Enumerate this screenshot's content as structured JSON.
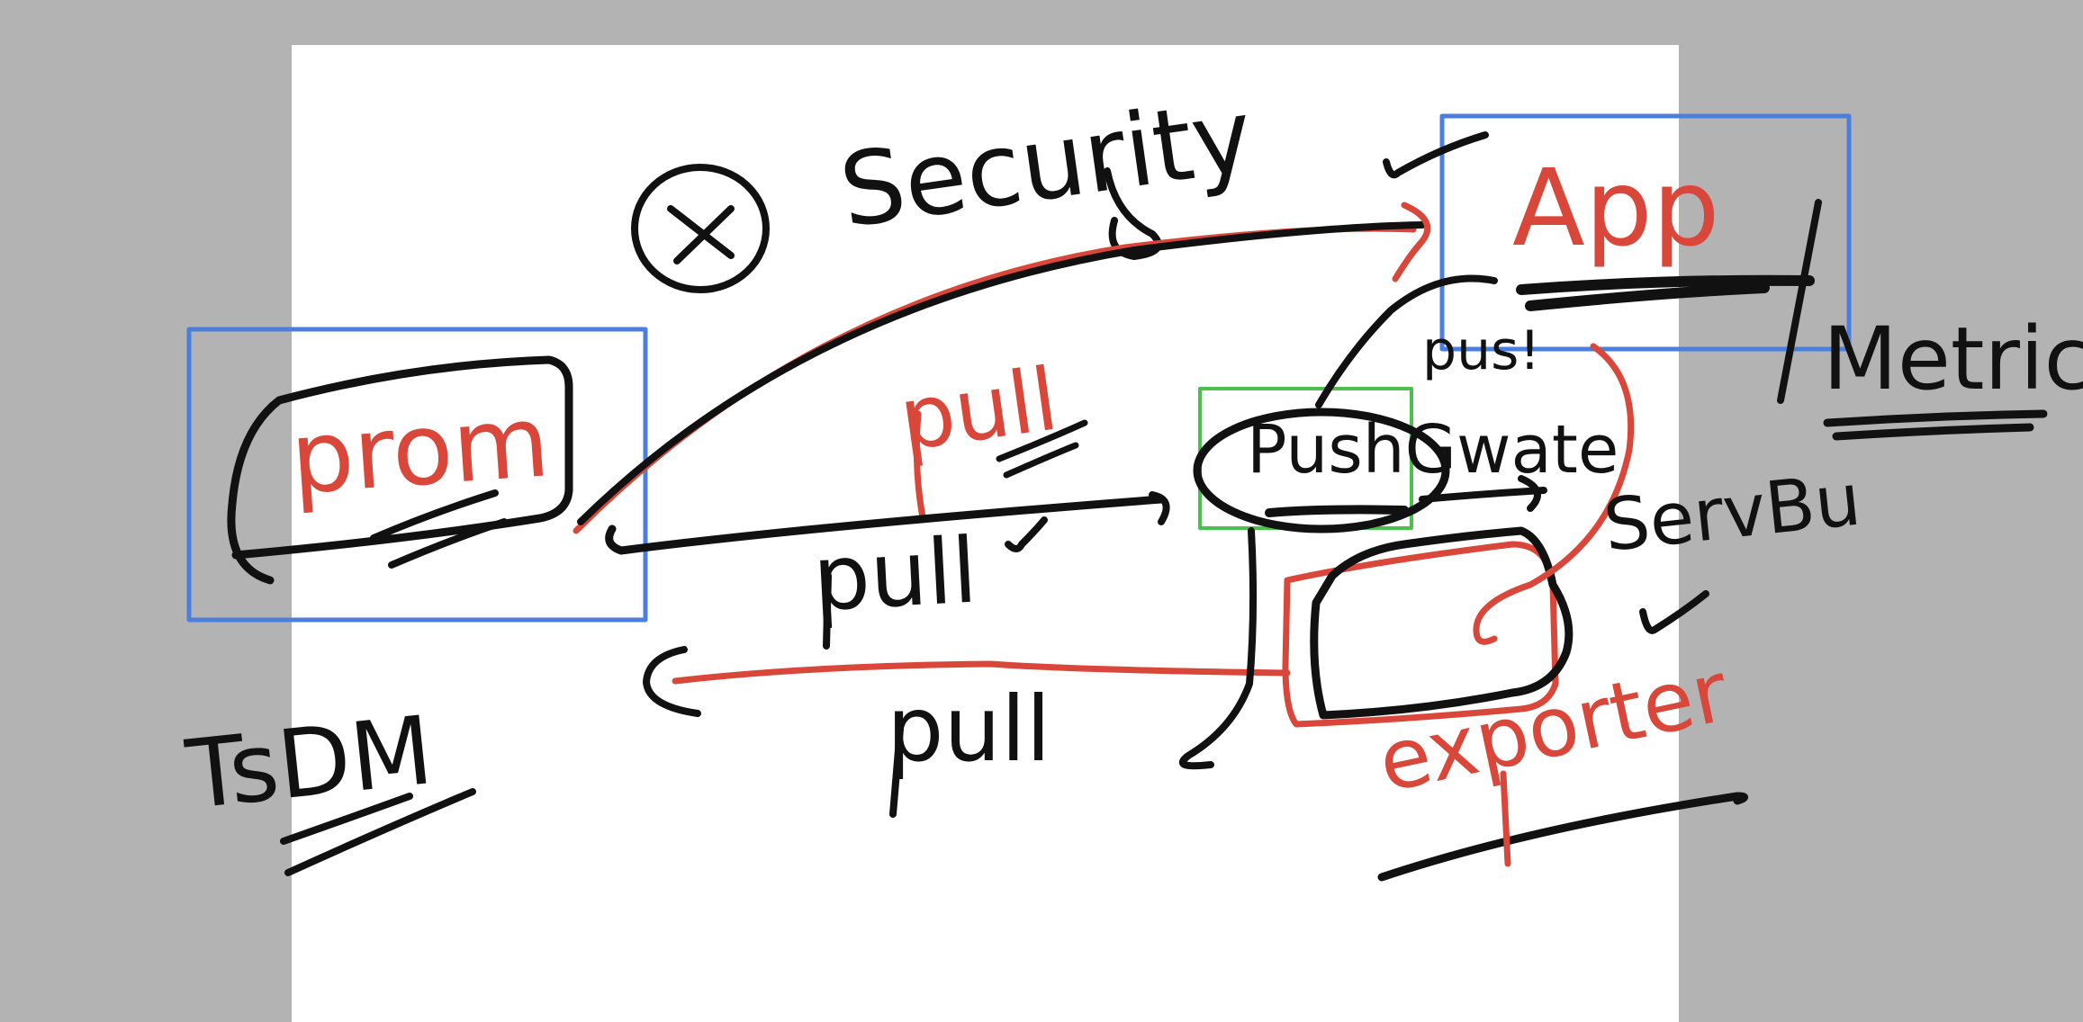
{
  "colors": {
    "background": "#b3b3b3",
    "page": "#ffffff",
    "ink_black": "#111111",
    "ink_red": "#d9473a",
    "box_blue": "#4a7fe0",
    "box_green": "#4cc04c"
  },
  "labels": {
    "security": "Security",
    "app": "App",
    "prom": "prom",
    "pull_red": "pull",
    "pull_mid": "pull",
    "pull_low": "pull",
    "pushgateway": "PushGwate",
    "push_short": "pus!",
    "metric": "Metric",
    "service": "ServBu",
    "exporter": "exporter",
    "tsdb": "TsDM"
  },
  "icons": {
    "security_marker": "circled-x-icon",
    "checkmarks": "checkmark-icon"
  }
}
